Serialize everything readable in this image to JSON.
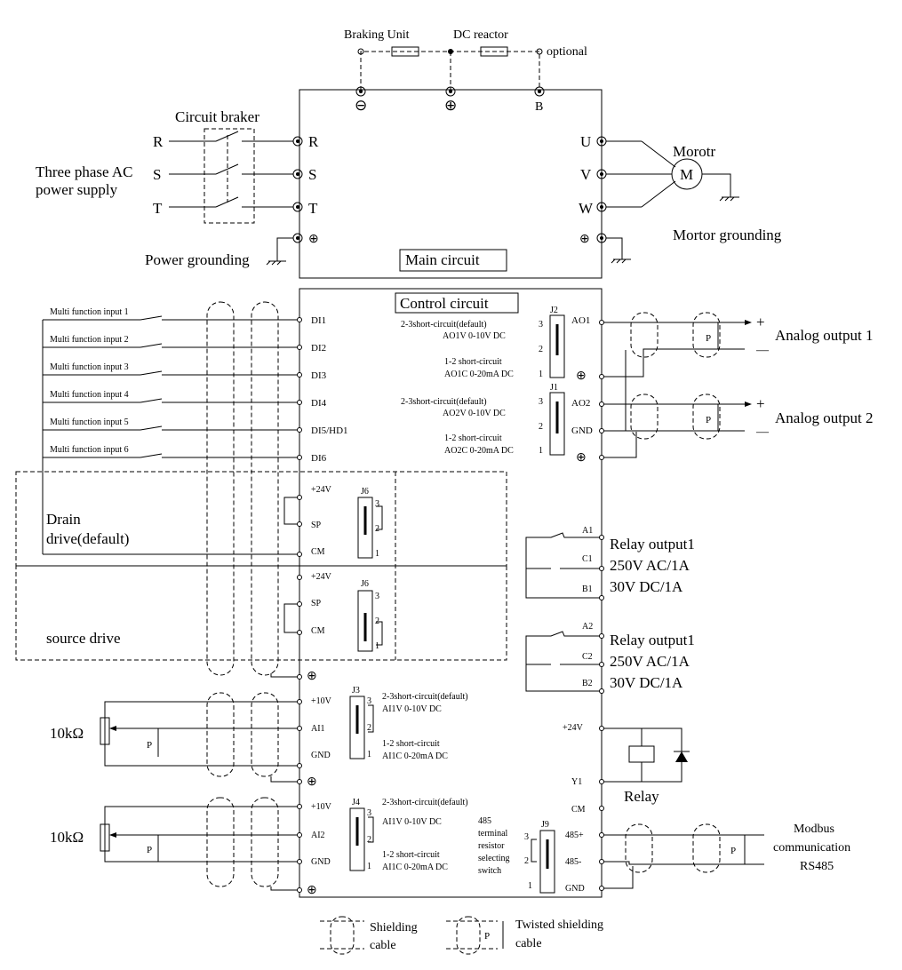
{
  "top": {
    "braking_unit": "Braking Unit",
    "dc_reactor": "DC reactor",
    "optional": "optional",
    "term_minus": "⊖",
    "term_plus": "⊕",
    "term_b": "B"
  },
  "power": {
    "circuit_breaker": "Circuit braker",
    "supply_line1": "Three phase AC",
    "supply_line2": "power supply",
    "r": "R",
    "s": "S",
    "t": "T",
    "grounding": "Power grounding"
  },
  "main": {
    "label": "Main circuit",
    "in_r": "R",
    "in_s": "S",
    "in_t": "T",
    "u": "U",
    "v": "V",
    "w": "W",
    "motor_label": "Morotr",
    "motor_symbol": "M",
    "motor_grounding": "Mortor grounding"
  },
  "control": {
    "label": "Control circuit",
    "inputs": [
      {
        "label": "Multi function input 1",
        "terminal": "DI1"
      },
      {
        "label": "Multi function input 2",
        "terminal": "DI2"
      },
      {
        "label": "Multi function input 3",
        "terminal": "DI3"
      },
      {
        "label": "Multi function input 4",
        "terminal": "DI4"
      },
      {
        "label": "Multi function input 5",
        "terminal": "DI5/HD1"
      },
      {
        "label": "Multi function input 6",
        "terminal": "DI6"
      }
    ],
    "drain": {
      "line1": "Drain",
      "line2": "drive(default)",
      "t24": "+24V",
      "sp": "SP",
      "cm": "CM",
      "jumper": "J6"
    },
    "source": {
      "label": "source drive",
      "t24": "+24V",
      "sp": "SP",
      "cm": "CM",
      "jumper": "J6"
    },
    "j2": {
      "name": "J2",
      "a": "2-3short-circuit(default)",
      "b": "AO1V 0-10V DC",
      "c": "1-2 short-circuit",
      "d": "AO1C 0-20mA DC"
    },
    "j1": {
      "name": "J1",
      "a": "2-3short-circuit(default)",
      "b": "AO2V 0-10V DC",
      "c": "1-2 short-circuit",
      "d": "AO2C 0-20mA DC"
    },
    "ao1": "AO1",
    "ao2": "AO2",
    "gnd": "GND",
    "analog_out1": "Analog output 1",
    "analog_out2": "Analog output 2",
    "relay1": {
      "a": "A1",
      "c": "C1",
      "b": "B1",
      "title": "Relay output1",
      "ac": "250V AC/1A",
      "dc": "30V DC/1A"
    },
    "relay2": {
      "a": "A2",
      "c": "C2",
      "b": "B2",
      "title": "Relay output1",
      "ac": "250V AC/1A",
      "dc": "30V DC/1A"
    },
    "ai1": {
      "p10": "+10V",
      "ai": "AI1",
      "gnd": "GND",
      "jumper": "J3",
      "a": "2-3short-circuit(default)",
      "b": "AI1V 0-10V DC",
      "c": "1-2 short-circuit",
      "d": "AI1C 0-20mA DC",
      "pot": "10kΩ"
    },
    "ai2": {
      "p10": "+10V",
      "ai": "AI2",
      "gnd": "GND",
      "jumper": "J4",
      "a": "2-3short-circuit(default)",
      "b": "AI1V 0-10V DC",
      "c": "1-2 short-circuit",
      "d": "AI1C 0-20mA DC",
      "pot": "10kΩ"
    },
    "y_side": {
      "p24": "+24V",
      "y1": "Y1",
      "cm": "CM",
      "relay": "Relay"
    },
    "rs485": {
      "jumper": "J9",
      "l1": "485",
      "l2": "terminal",
      "l3": "resistor",
      "l4": "selecting",
      "l5": "switch",
      "plus": "485+",
      "minus": "485-",
      "gnd": "GND",
      "m1": "Modbus",
      "m2": "communication",
      "m3": "RS485"
    }
  },
  "legend": {
    "shield1": "Shielding",
    "shield2": "cable",
    "twisted1": "Twisted shielding",
    "twisted2": "cable"
  },
  "pin": {
    "one": "1",
    "two": "2",
    "three": "3",
    "p": "P",
    "plus": "+",
    "minus": "—"
  }
}
